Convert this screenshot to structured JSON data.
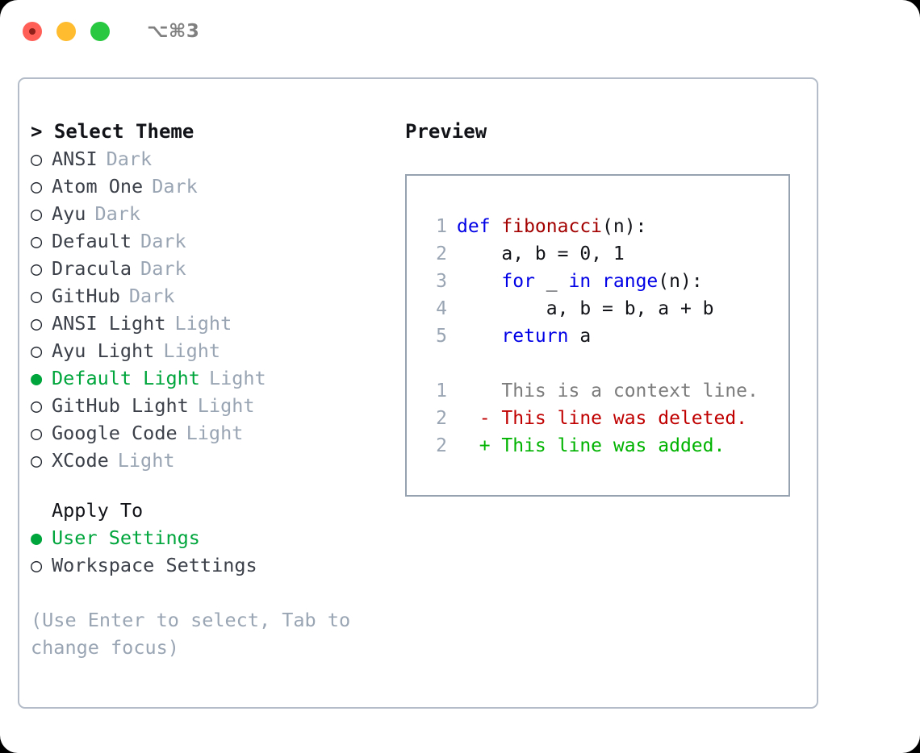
{
  "titlebar": {
    "shortcut": "⌥⌘3",
    "lights": [
      {
        "name": "close",
        "color": "#ff5f57"
      },
      {
        "name": "minimize",
        "color": "#febc2e"
      },
      {
        "name": "maximize",
        "color": "#28c840"
      }
    ]
  },
  "theme_picker": {
    "heading": "> Select Theme",
    "selected_bullet": "●",
    "unselected_bullet": "○",
    "items": [
      {
        "label": "ANSI",
        "kind": "Dark",
        "selected": false
      },
      {
        "label": "Atom One",
        "kind": "Dark",
        "selected": false
      },
      {
        "label": "Ayu",
        "kind": "Dark",
        "selected": false
      },
      {
        "label": "Default",
        "kind": "Dark",
        "selected": false
      },
      {
        "label": "Dracula",
        "kind": "Dark",
        "selected": false
      },
      {
        "label": "GitHub",
        "kind": "Dark",
        "selected": false
      },
      {
        "label": "ANSI Light",
        "kind": "Light",
        "selected": false
      },
      {
        "label": "Ayu Light",
        "kind": "Light",
        "selected": false
      },
      {
        "label": "Default Light",
        "kind": "Light",
        "selected": true
      },
      {
        "label": "GitHub Light",
        "kind": "Light",
        "selected": false
      },
      {
        "label": "Google Code",
        "kind": "Light",
        "selected": false
      },
      {
        "label": "XCode",
        "kind": "Light",
        "selected": false
      }
    ]
  },
  "apply_to": {
    "heading": "Apply To",
    "items": [
      {
        "label": "User Settings",
        "selected": true
      },
      {
        "label": "Workspace Settings",
        "selected": false
      }
    ]
  },
  "hint": "(Use Enter to select, Tab to change focus)",
  "preview": {
    "title": "Preview",
    "code_lines": [
      {
        "no": "1",
        "tokens": [
          {
            "t": "def ",
            "c": "kw"
          },
          {
            "t": "fibonacci",
            "c": "fn"
          },
          {
            "t": "(n):",
            "c": "pl"
          }
        ]
      },
      {
        "no": "2",
        "tokens": [
          {
            "t": "    a, b = 0, 1",
            "c": "pl"
          }
        ]
      },
      {
        "no": "3",
        "tokens": [
          {
            "t": "    ",
            "c": "pl"
          },
          {
            "t": "for",
            "c": "kw"
          },
          {
            "t": " _ ",
            "c": "pl"
          },
          {
            "t": "in",
            "c": "kw"
          },
          {
            "t": " ",
            "c": "pl"
          },
          {
            "t": "range",
            "c": "kw"
          },
          {
            "t": "(n):",
            "c": "pl"
          }
        ]
      },
      {
        "no": "4",
        "tokens": [
          {
            "t": "        a, b = b, a + b",
            "c": "pl"
          }
        ]
      },
      {
        "no": "5",
        "tokens": [
          {
            "t": "    ",
            "c": "pl"
          },
          {
            "t": "return",
            "c": "kw"
          },
          {
            "t": " a",
            "c": "pl"
          }
        ]
      }
    ],
    "diff_lines": [
      {
        "no": "1",
        "sign": " ",
        "text": "This is a context line.",
        "c": "ctx"
      },
      {
        "no": "2",
        "sign": "-",
        "text": "This line was deleted.",
        "c": "del"
      },
      {
        "no": "2",
        "sign": "+",
        "text": "This line was added.",
        "c": "add"
      }
    ]
  },
  "colors": {
    "accent_green": "#00a63c",
    "keyword_blue": "#0000e6",
    "function_red": "#a30000",
    "diff_delete": "#c00000",
    "diff_add": "#00b300",
    "muted": "#9aa5b4",
    "border": "#b3bcc8"
  }
}
